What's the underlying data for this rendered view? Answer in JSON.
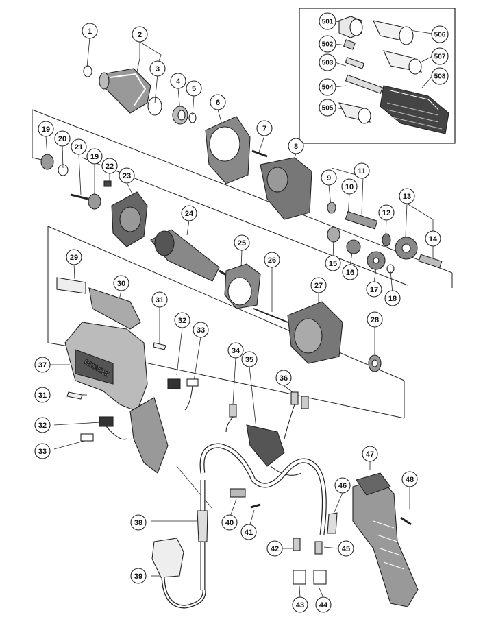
{
  "diagram": {
    "callouts": [
      {
        "id": "c1",
        "label": "1"
      },
      {
        "id": "c2",
        "label": "2"
      },
      {
        "id": "c3",
        "label": "3"
      },
      {
        "id": "c4",
        "label": "4"
      },
      {
        "id": "c5",
        "label": "5"
      },
      {
        "id": "c6",
        "label": "6"
      },
      {
        "id": "c7",
        "label": "7"
      },
      {
        "id": "c8",
        "label": "8"
      },
      {
        "id": "c9",
        "label": "9"
      },
      {
        "id": "c10",
        "label": "10"
      },
      {
        "id": "c11",
        "label": "11"
      },
      {
        "id": "c12",
        "label": "12"
      },
      {
        "id": "c13",
        "label": "13"
      },
      {
        "id": "c14",
        "label": "14"
      },
      {
        "id": "c15",
        "label": "15"
      },
      {
        "id": "c16",
        "label": "16"
      },
      {
        "id": "c17",
        "label": "17"
      },
      {
        "id": "c18",
        "label": "18"
      },
      {
        "id": "c19a",
        "label": "19"
      },
      {
        "id": "c19b",
        "label": "19"
      },
      {
        "id": "c20",
        "label": "20"
      },
      {
        "id": "c21",
        "label": "21"
      },
      {
        "id": "c22",
        "label": "22"
      },
      {
        "id": "c23",
        "label": "23"
      },
      {
        "id": "c24",
        "label": "24"
      },
      {
        "id": "c25",
        "label": "25"
      },
      {
        "id": "c26",
        "label": "26"
      },
      {
        "id": "c27",
        "label": "27"
      },
      {
        "id": "c28",
        "label": "28"
      },
      {
        "id": "c29",
        "label": "29"
      },
      {
        "id": "c30",
        "label": "30"
      },
      {
        "id": "c31a",
        "label": "31"
      },
      {
        "id": "c31b",
        "label": "31"
      },
      {
        "id": "c32a",
        "label": "32"
      },
      {
        "id": "c32b",
        "label": "32"
      },
      {
        "id": "c33a",
        "label": "33"
      },
      {
        "id": "c33b",
        "label": "33"
      },
      {
        "id": "c34",
        "label": "34"
      },
      {
        "id": "c35",
        "label": "35"
      },
      {
        "id": "c36",
        "label": "36"
      },
      {
        "id": "c37",
        "label": "37"
      },
      {
        "id": "c38",
        "label": "38"
      },
      {
        "id": "c39",
        "label": "39"
      },
      {
        "id": "c40",
        "label": "40"
      },
      {
        "id": "c41",
        "label": "41"
      },
      {
        "id": "c42",
        "label": "42"
      },
      {
        "id": "c43",
        "label": "43"
      },
      {
        "id": "c44",
        "label": "44"
      },
      {
        "id": "c45",
        "label": "45"
      },
      {
        "id": "c46",
        "label": "46"
      },
      {
        "id": "c47",
        "label": "47"
      },
      {
        "id": "c48",
        "label": "48"
      },
      {
        "id": "c501",
        "label": "501"
      },
      {
        "id": "c502",
        "label": "502"
      },
      {
        "id": "c503",
        "label": "503"
      },
      {
        "id": "c504",
        "label": "504"
      },
      {
        "id": "c505",
        "label": "505"
      },
      {
        "id": "c506",
        "label": "506"
      },
      {
        "id": "c507",
        "label": "507"
      },
      {
        "id": "c508",
        "label": "508"
      }
    ],
    "housing_brand_text": "HITACHI"
  }
}
